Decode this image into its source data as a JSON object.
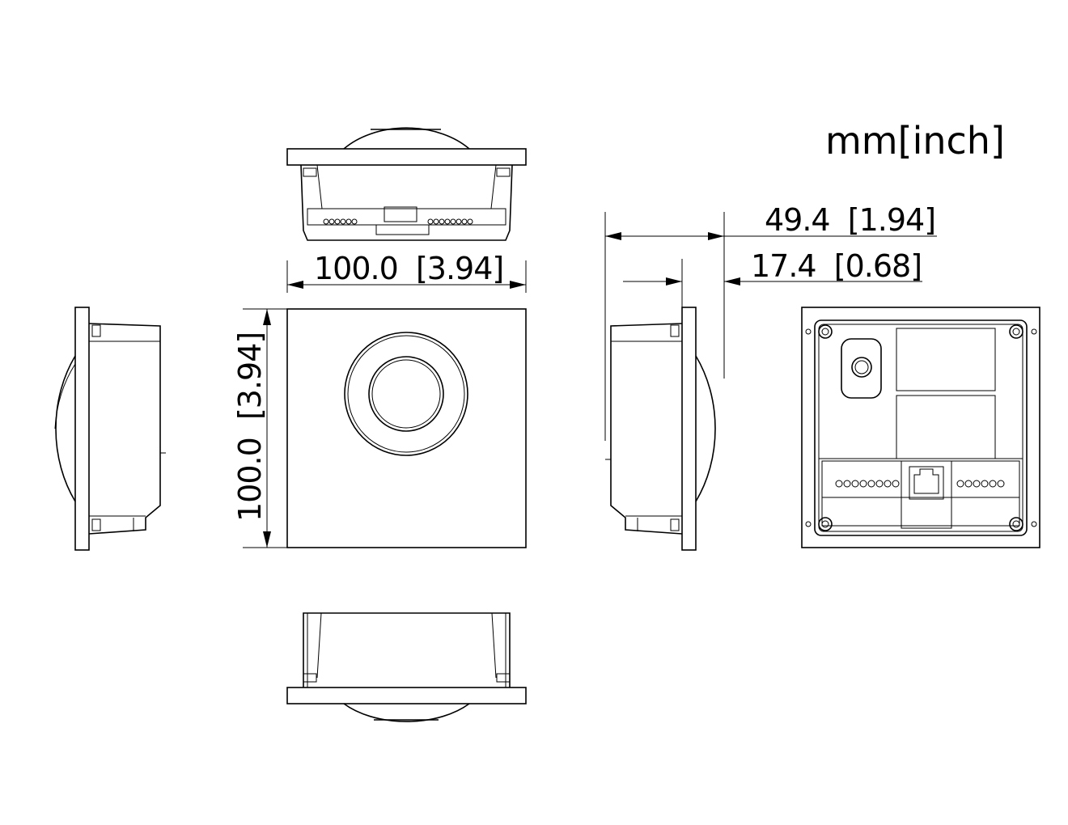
{
  "drawing": {
    "units_label": "mm[inch]",
    "dimensions": {
      "width": "100.0  [3.94]",
      "height": "100.0  [3.94]",
      "overall_depth": "49.4  [1.94]",
      "flange_depth": "17.4  [0.68]"
    },
    "views": [
      "top-view",
      "front-view",
      "left-side-view",
      "right-side-view",
      "back-view",
      "bottom-view"
    ],
    "line_color": "#000000",
    "background": "#ffffff"
  }
}
